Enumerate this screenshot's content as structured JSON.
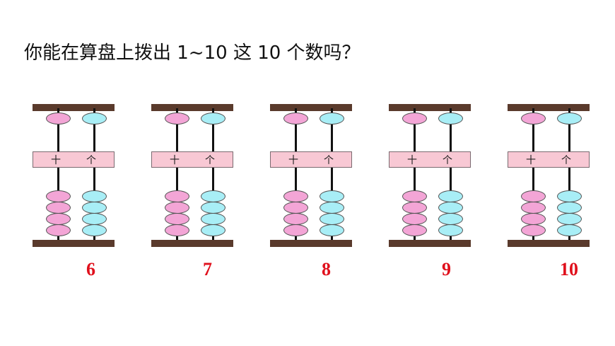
{
  "title": "你能在算盘上拨出 1~10 这 10 个数吗？",
  "rod_labels": {
    "tens": "十",
    "ones": "个"
  },
  "abaci": [
    {
      "label": "6"
    },
    {
      "label": "7"
    },
    {
      "label": "8"
    },
    {
      "label": "9"
    },
    {
      "label": "10"
    }
  ],
  "colors": {
    "tens_bead": "#f3a5d6",
    "ones_bead": "#a8eef6",
    "frame": "#5a3a2c",
    "beam": "#f8c8d4",
    "label": "#e0101c"
  }
}
